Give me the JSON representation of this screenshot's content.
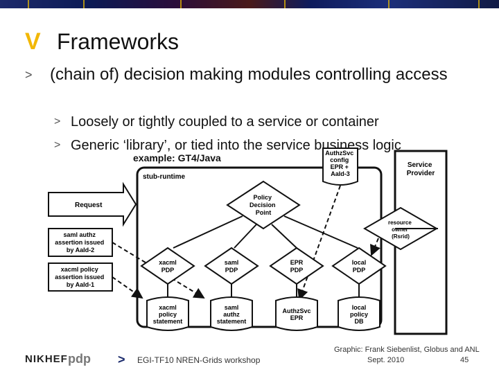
{
  "slide": {
    "title": "Frameworks",
    "bullet_level1": "(chain of) decision making modules controlling access",
    "bullet_level2": [
      "Loosely or tightly coupled to a service or container",
      "Generic ‘library’, or tied into the service business logic"
    ]
  },
  "diagram": {
    "example_label": "example: GT4/Java",
    "runtime_label": "stub-runtime",
    "request_label": "Request",
    "pdp_label": [
      "Policy",
      "Decision",
      "Point"
    ],
    "authzsvc_config": [
      "AuthzSvc",
      "config",
      "EPR +",
      "AaId-3"
    ],
    "service_provider": [
      "Service",
      "Provider"
    ],
    "resource_owner": [
      "resource",
      "owner",
      "(Rsrid)"
    ],
    "saml_assertion": [
      "saml authz",
      "assertion issued",
      "by AaId-2"
    ],
    "xacml_assertion": [
      "xacml policy",
      "assertion issued",
      "by AaId-1"
    ],
    "pdps": [
      [
        "xacml",
        "PDP"
      ],
      [
        "saml",
        "PDP"
      ],
      [
        "EPR",
        "PDP"
      ],
      [
        "local",
        "PDP"
      ]
    ],
    "stores": [
      [
        "xacml",
        "policy",
        "statement"
      ],
      [
        "saml",
        "authz",
        "statement"
      ],
      [
        "AuthzSvc",
        "EPR"
      ],
      [
        "local",
        "policy",
        "DB"
      ]
    ]
  },
  "footer": {
    "logo_text": "NIKHEF",
    "logo2_text": "pdp",
    "event": "EGI-TF10 NREN-Grids workshop",
    "credit": "Graphic: Frank Siebenlist, Globus and ANL",
    "date": "Sept. 2010",
    "page": "45"
  },
  "colors": {
    "accent": "#f2b705",
    "footer_chevron": "#1a2a6c"
  }
}
